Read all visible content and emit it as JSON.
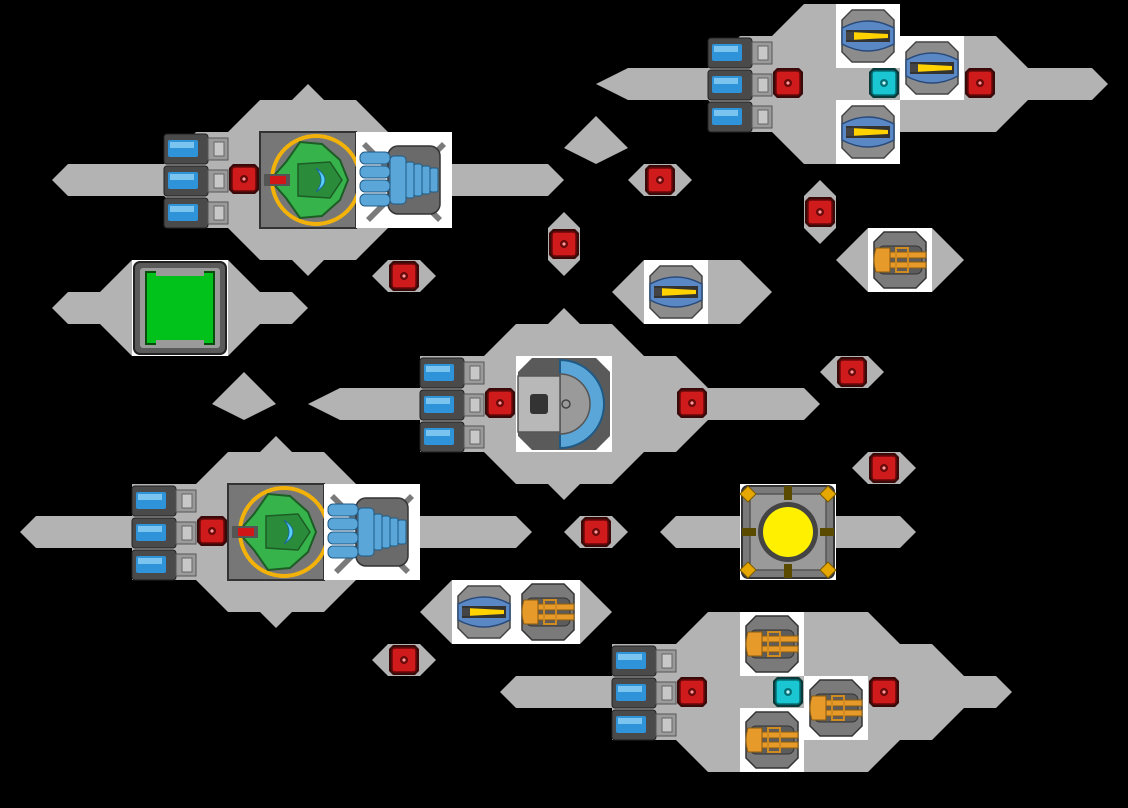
{
  "game": {
    "view": "ship-parts-arrangement",
    "background_color": "#000000",
    "hull_color": "#b3b3b3",
    "colors": {
      "thruster_blue": "#2f93d9",
      "weapon_yellow": "#ffd200",
      "pod_red": "#cf1b1b",
      "pod_cyan": "#19c6d2",
      "cockpit_green": "#36b34a",
      "cannon_orange": "#e59a2a",
      "reactor_yellow": "#fff000",
      "armor_green": "#00c21a"
    },
    "assemblies": [
      {
        "id": "assembly-top-right",
        "parts": [
          "thruster-stack",
          "red-pod",
          "yellow-laser",
          "yellow-laser",
          "yellow-laser",
          "cyan-pod",
          "red-pod"
        ]
      },
      {
        "id": "assembly-upper-left",
        "parts": [
          "thruster-stack",
          "red-pod",
          "green-cockpit",
          "blue-engine"
        ]
      },
      {
        "id": "assembly-green-armor",
        "parts": [
          "green-armor-block"
        ]
      },
      {
        "id": "assembly-center",
        "parts": [
          "thruster-stack",
          "red-pod",
          "shield-dome",
          "red-pod"
        ]
      },
      {
        "id": "assembly-lower-left",
        "parts": [
          "thruster-stack",
          "red-pod",
          "green-cockpit",
          "blue-engine"
        ]
      },
      {
        "id": "assembly-reactor",
        "parts": [
          "yellow-reactor"
        ]
      },
      {
        "id": "assembly-bottom-center",
        "parts": [
          "yellow-laser",
          "orange-cannon"
        ]
      },
      {
        "id": "assembly-bottom-right",
        "parts": [
          "thruster-stack",
          "red-pod",
          "orange-cannon",
          "orange-cannon",
          "cyan-pod",
          "orange-cannon",
          "red-pod"
        ]
      }
    ]
  }
}
